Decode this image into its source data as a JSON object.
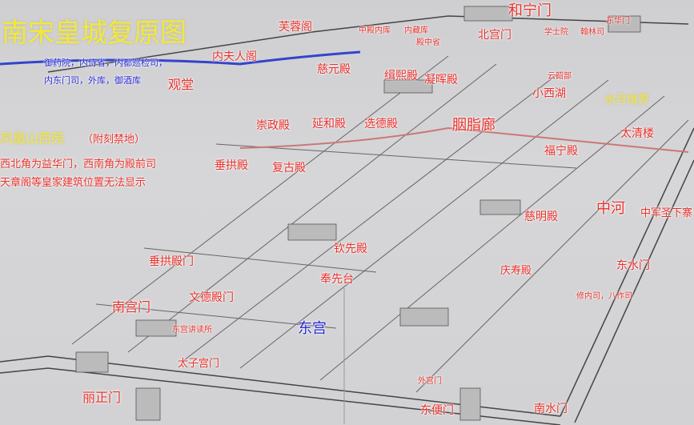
{
  "title": "南宋皇城复原图",
  "colors": {
    "label_red": "#e8312c",
    "label_blue": "#2a2ad0",
    "label_yellow": "#f3e83a",
    "paper": "#d0d0d2",
    "ink": "#333333"
  },
  "notes": {
    "blue_line1": "御药院，内侍省，内都巡检司，",
    "blue_line2": "内东门司，外库，御酒库",
    "west_garden": "凤凰山西苑",
    "west_garden_note": "（附刻禁地）",
    "corner_note": "西北角为益华门，西南角为殿前司",
    "missing_note": "天章阁等皇家建筑位置无法显示"
  },
  "labels": {
    "furongge": "芙蓉阁",
    "heningmen": "和宁门",
    "neifurenge": "内夫人阁",
    "guantang": "观堂",
    "ciyuandian": "慈元殿",
    "zhongdianneiku": "中殿内库",
    "neicangku": "内藏库",
    "dianzhongsheng": "殿中省",
    "beigongmen": "北宫门",
    "xueshiyuan": "学士院",
    "hanlinsi": "翰林司",
    "donghuamen": "东华门",
    "yunshaobu": "云韶部",
    "xiaoxihu": "小西湖",
    "shuiyuejingjie": "水月境界",
    "taiqinglou": "太清楼",
    "jixidian": "缉熙殿",
    "ninghuidian": "凝晖殿",
    "chongzhengdian": "崇政殿",
    "yanhedian": "延和殿",
    "xuandedian": "选德殿",
    "yanzhilang": "胭脂廊",
    "funingdian": "福宁殿",
    "chuigongdian": "垂拱殿",
    "fugudian": "复古殿",
    "zhongheng": "中河",
    "zhongjun": "中军圣下寨",
    "cimingdian": "慈明殿",
    "qinxiandian": "钦先殿",
    "fengxiantai": "奉先台",
    "chuigongdianmen": "垂拱殿门",
    "wendedianmen": "文德殿门",
    "nangongmen": "南宫门",
    "donggong": "东宫",
    "donggongjiangsuo": "东宫讲读所",
    "taizigongmen": "太子宫门",
    "lizhengmen": "丽正门",
    "dongshuimen": "东水门",
    "xiuneisi": "修内司，八作司",
    "qingshoudian": "庆寿殿",
    "waigongmen": "外宫门",
    "dongbianmen": "东便门",
    "nanshuimen": "南水门"
  }
}
